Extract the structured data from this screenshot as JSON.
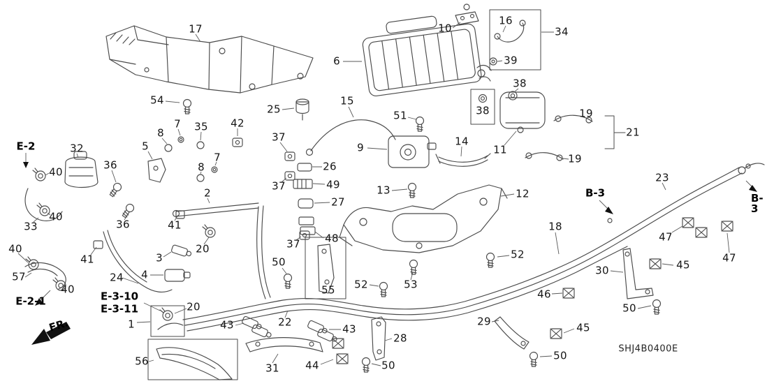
{
  "diagram": {
    "code": "SHJ4B0400E",
    "fr_label": "FR.",
    "refs": {
      "e2": "E-2",
      "e21": "E-2-1",
      "e310": "E-3-10",
      "e311": "E-3-11",
      "b3_left": "B-3",
      "b3_right": "B-3"
    },
    "callouts": [
      {
        "label": "17"
      },
      {
        "label": "10"
      },
      {
        "label": "16"
      },
      {
        "label": "34"
      },
      {
        "label": "6"
      },
      {
        "label": "39"
      },
      {
        "label": "38"
      },
      {
        "label": "54"
      },
      {
        "label": "25"
      },
      {
        "label": "15"
      },
      {
        "label": "51"
      },
      {
        "label": "38"
      },
      {
        "label": "19"
      },
      {
        "label": "21"
      },
      {
        "label": "8"
      },
      {
        "label": "7"
      },
      {
        "label": "35"
      },
      {
        "label": "42"
      },
      {
        "label": "37"
      },
      {
        "label": "9"
      },
      {
        "label": "14"
      },
      {
        "label": "11"
      },
      {
        "label": "19"
      },
      {
        "label": "32"
      },
      {
        "label": "5"
      },
      {
        "label": "7"
      },
      {
        "label": "8"
      },
      {
        "label": "26"
      },
      {
        "label": "36"
      },
      {
        "label": "40"
      },
      {
        "label": "49"
      },
      {
        "label": "2"
      },
      {
        "label": "37"
      },
      {
        "label": "13"
      },
      {
        "label": "12"
      },
      {
        "label": "23"
      },
      {
        "label": "33"
      },
      {
        "label": "40"
      },
      {
        "label": "36"
      },
      {
        "label": "41"
      },
      {
        "label": "27"
      },
      {
        "label": "48"
      },
      {
        "label": "18"
      },
      {
        "label": "40"
      },
      {
        "label": "41"
      },
      {
        "label": "3"
      },
      {
        "label": "20"
      },
      {
        "label": "37"
      },
      {
        "label": "50"
      },
      {
        "label": "47"
      },
      {
        "label": "47"
      },
      {
        "label": "57"
      },
      {
        "label": "24"
      },
      {
        "label": "4"
      },
      {
        "label": "55"
      },
      {
        "label": "52"
      },
      {
        "label": "53"
      },
      {
        "label": "52"
      },
      {
        "label": "30"
      },
      {
        "label": "45"
      },
      {
        "label": "40"
      },
      {
        "label": "46"
      },
      {
        "label": "50"
      },
      {
        "label": "20"
      },
      {
        "label": "1"
      },
      {
        "label": "43"
      },
      {
        "label": "22"
      },
      {
        "label": "43"
      },
      {
        "label": "29"
      },
      {
        "label": "45"
      },
      {
        "label": "28"
      },
      {
        "label": "56"
      },
      {
        "label": "31"
      },
      {
        "label": "44"
      },
      {
        "label": "50"
      },
      {
        "label": "50"
      }
    ]
  }
}
